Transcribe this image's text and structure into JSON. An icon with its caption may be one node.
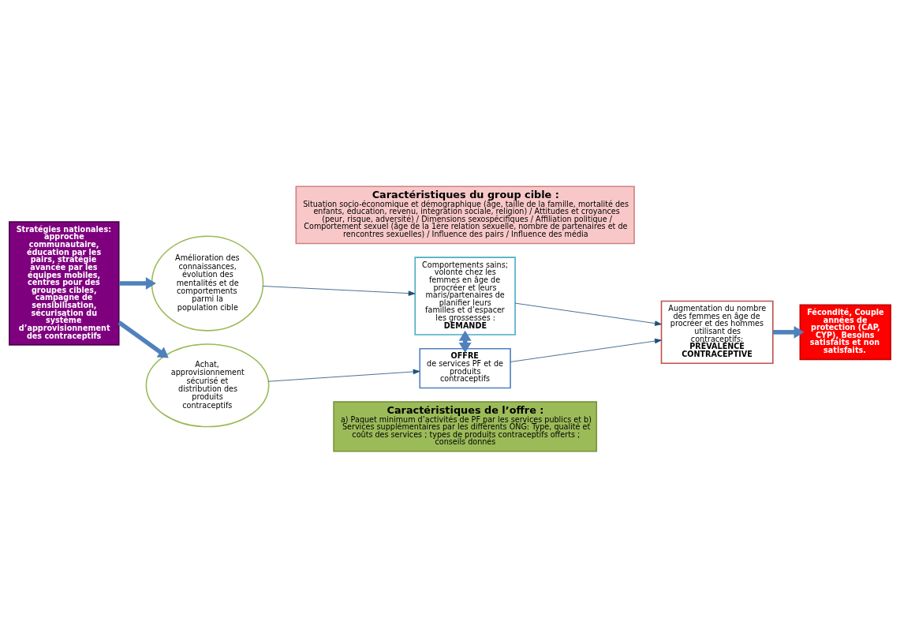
{
  "diagram": {
    "nodes": [
      {
        "text": [
          "Stratégies nationales: approche communautaire, éducation par les pairs, stratégie avancée par les équipes mobiles, centres pour des groupes cibles, campagne de sensibilisation, sécurisation du système d’approvisionnement des contraceptifs"
        ]
      },
      {
        "text": [
          "Caractéristiques du group cible :",
          "Situation socio-économique et démographique (âge, taille de la famille, mortalité des enfants, éducation, revenu, intégration sociale, religion) / Attitudes et croyances (peur, risque, adversité) / Dimensions sexospécifiques / Affiliation politique / Comportement sexuel (âge de la 1ère relation sexuelle, nombre de partenaires et de rencontres sexuelles) / Influence des pairs / Influence des média"
        ]
      },
      {
        "text": [
          "Amélioration des connaissances, évolution des mentalités et de comportements parmi la population cible"
        ]
      },
      {
        "text": [
          "Comportements sains; volonté chez les femmes en âge de procréer et leurs maris/partenaires de planifier leurs familles et d’espacer les grossesses :",
          "DEMANDE"
        ]
      },
      {
        "text": [
          "Achat, approvisionnement sécurisé et distribution des produits contraceptifs"
        ]
      },
      {
        "text": [
          "OFFRE",
          "de services PF et de produits contraceptifs"
        ]
      },
      {
        "text": [
          "Augmentation du nombre des femmes en âge de procréer et des hommes utilisant des contraceptifs:",
          "PRÉVALENCE CONTRACEPTIVE"
        ]
      },
      {
        "text": [
          "Fécondité, Couple années de protection (CAP, CYP), Besoins satisfaits et non satisfaits."
        ]
      },
      {
        "text": [
          "Caractéristiques de l’offre :",
          "a) Paquet minimum d’activités de PF par les services publics et b) Services supplémentaires par les différents ONG: Type, qualité et coûts des services ; types de produits contraceptifs offerts ; conseils donnés"
        ]
      }
    ],
    "edges": [
      {
        "from": 0,
        "to": 2,
        "arrow": "to",
        "style": "thick"
      },
      {
        "from": 0,
        "to": 4,
        "arrow": "to",
        "style": "thick"
      },
      {
        "from": 2,
        "to": 3,
        "arrow": "to"
      },
      {
        "from": 4,
        "to": 5,
        "arrow": "to"
      },
      {
        "from": 3,
        "to": 5,
        "arrow": "both",
        "style": "thick"
      },
      {
        "from": 3,
        "to": 6,
        "arrow": "to"
      },
      {
        "from": 5,
        "to": 6,
        "arrow": "to"
      },
      {
        "from": 6,
        "to": 7,
        "arrow": "to",
        "style": "thick"
      }
    ]
  }
}
